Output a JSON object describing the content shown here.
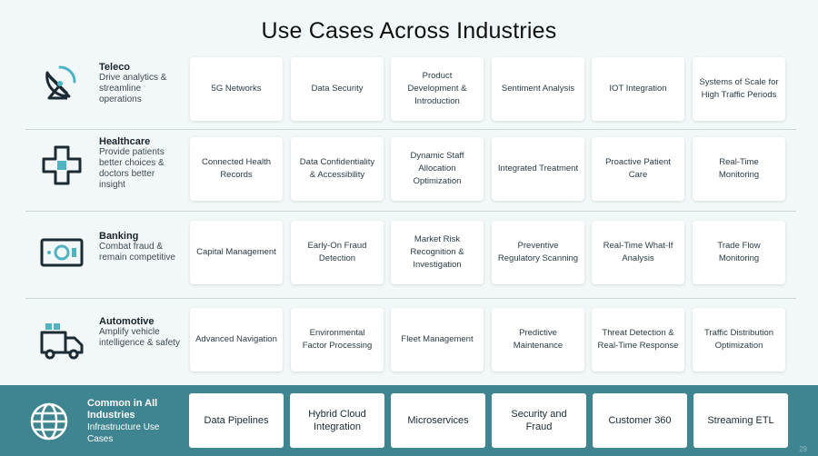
{
  "title": "Use Cases Across Industries",
  "rows": [
    {
      "name": "Teleco",
      "icon": "satellite-dish-icon",
      "description": "Drive analytics & streamline operations",
      "cards": [
        "5G Networks",
        "Data Security",
        "Product Development & Introduction",
        "Sentiment Analysis",
        "IOT Integration",
        "Systems of Scale for High Traffic Periods"
      ]
    },
    {
      "name": "Healthcare",
      "icon": "medical-cross-icon",
      "description": "Provide patients better choices & doctors better insight",
      "cards": [
        "Connected Health Records",
        "Data Confidentiality & Accessibility",
        "Dynamic Staff Allocation Optimization",
        "Integrated Treatment",
        "Proactive Patient Care",
        "Real-Time Monitoring"
      ]
    },
    {
      "name": "Banking",
      "icon": "banknote-icon",
      "description": "Combat fraud & remain competitive",
      "cards": [
        "Capital Management",
        "Early-On Fraud Detection",
        "Market Risk Recognition & Investigation",
        "Preventive Regulatory Scanning",
        "Real-Time What-If Analysis",
        "Trade Flow Monitoring"
      ]
    },
    {
      "name": "Automotive",
      "icon": "delivery-truck-icon",
      "description": "Amplify vehicle intelligence & safety",
      "cards": [
        "Advanced Navigation",
        "Environmental Factor Processing",
        "Fleet Management",
        "Predictive Maintenance",
        "Threat Detection & Real-Time Response",
        "Traffic Distribution Optimization"
      ]
    }
  ],
  "footer": {
    "name": "Common in All Industries",
    "icon": "globe-icon",
    "description": "Infrastructure Use Cases",
    "cards": [
      "Data Pipelines",
      "Hybrid Cloud Integration",
      "Microservices",
      "Security and Fraud",
      "Customer 360",
      "Streaming ETL"
    ]
  },
  "page_number": "29",
  "colors": {
    "footer_bg": "#3f8491",
    "icon_dark": "#1b2a33",
    "icon_accent": "#4fb3c3",
    "card_bg": "#ffffff"
  }
}
